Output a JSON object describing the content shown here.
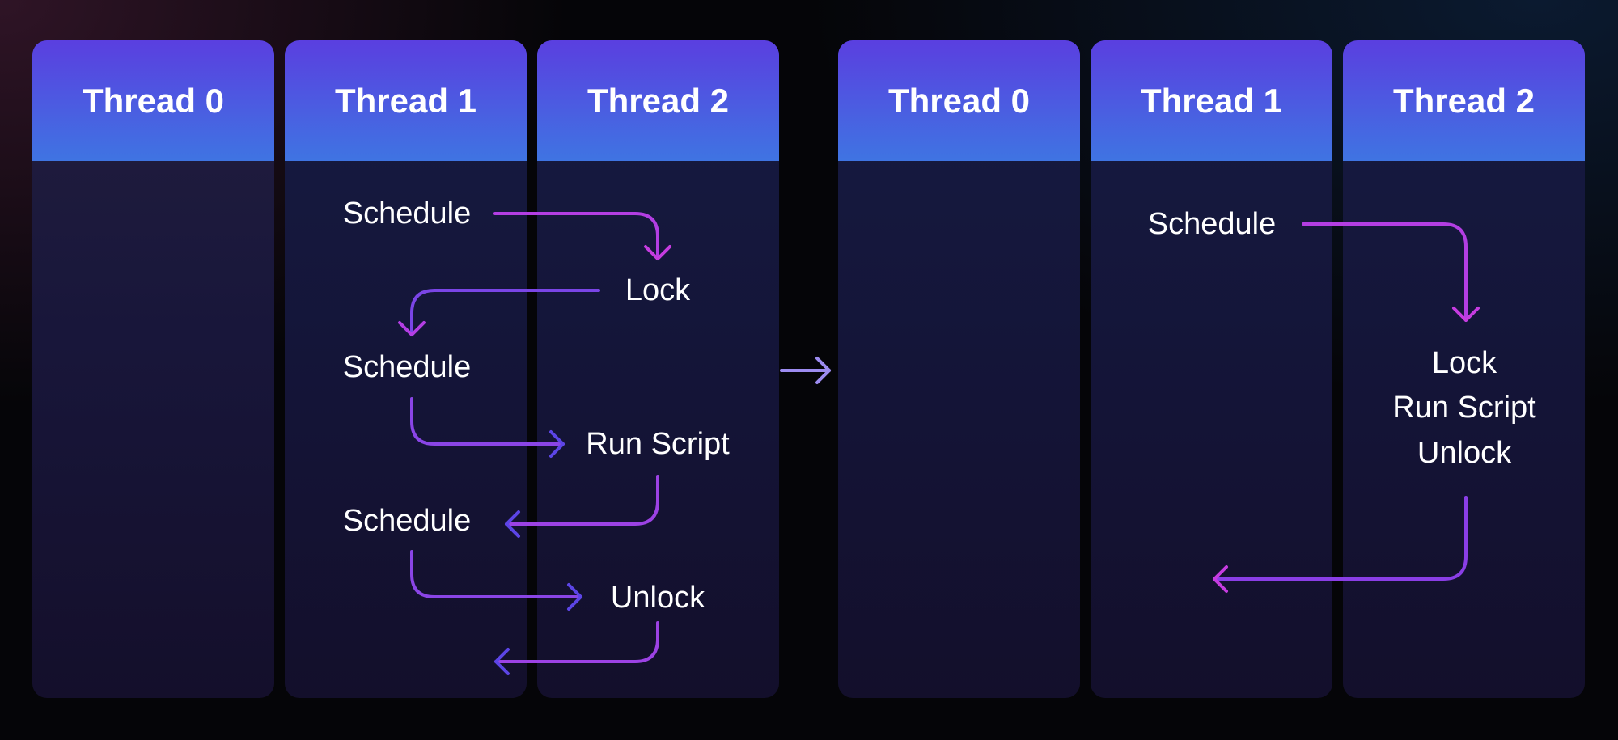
{
  "diagrams": [
    {
      "columns": [
        "Thread 0",
        "Thread 1",
        "Thread 2"
      ],
      "steps": [
        "Schedule",
        "Lock",
        "Schedule",
        "Run Script",
        "Schedule",
        "Unlock"
      ]
    },
    {
      "columns": [
        "Thread 0",
        "Thread 1",
        "Thread 2"
      ],
      "steps": [
        "Schedule",
        "Lock",
        "Run Script",
        "Unlock"
      ]
    }
  ],
  "colors": {
    "header_top": "#5a3fe0",
    "header_bottom": "#3f74e2",
    "arrow_magenta": "#c63ce0",
    "arrow_blue": "#5c45e6",
    "transition_arrow": "#9d8cf0"
  }
}
